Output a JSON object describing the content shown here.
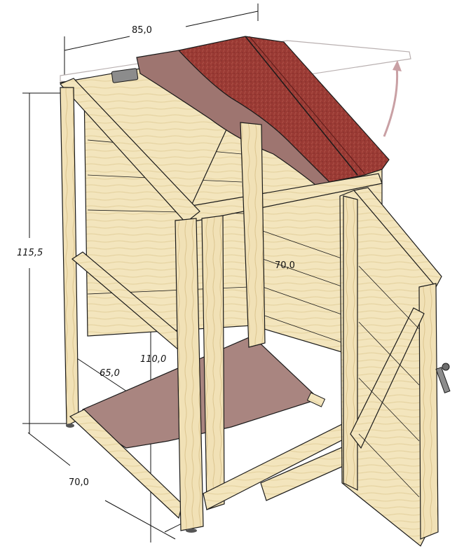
{
  "illustration": {
    "subject": "Wooden storage shed with open door and tilting roof lid",
    "colors": {
      "wood": "#f1e2b8",
      "wood_light": "#f7eed2",
      "wood_dark": "#d9c48e",
      "outline": "#1a1a1a",
      "roofing_felt": "#9c3c36",
      "roof_board": "#9e7570",
      "floor_board": "#a98580",
      "hinge_metal": "#8c8c8c",
      "arrow": "#c9a0a4",
      "lid_outline": "#b9b0b0"
    }
  },
  "dimensions": {
    "width_top": "85,0",
    "height_total": "115,5",
    "interior_depth": "70,0",
    "interior_height": "110,0",
    "interior_width": "65,0",
    "depth_base": "70,0"
  },
  "icons": {
    "open_arrow": "curved-up-arrow",
    "hinge": "hinge-plate",
    "latch": "door-latch"
  }
}
